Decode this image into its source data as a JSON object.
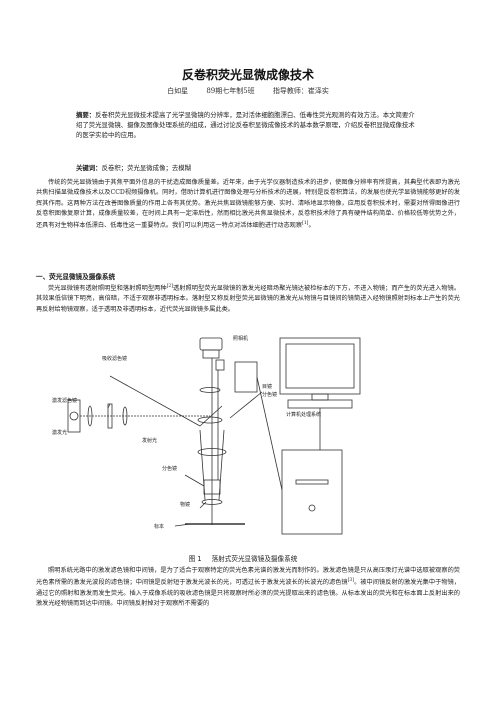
{
  "title": "反卷积荧光显微成像技术",
  "authors": {
    "name": "白如星",
    "class": "89期七年制5班",
    "advisor_label": "指导教师：",
    "advisor": "崔泽实"
  },
  "abstract": {
    "label": "摘要：",
    "text": "反卷积荧光显微技术提高了光学显微镜的分辨率，是对活体细胞胞漂白、低毒性荧光观测的有效方法。本文简要介绍了荧光显微镜、摄像及图像处理系统的组成，通过讨论反卷积显微成像技术的基本数学原理，介绍反卷积显微成像技术的医学实验中的应用。"
  },
  "keywords": {
    "label": "关键词：",
    "text": "反卷积；荧光显微成像；去模糊"
  },
  "intro": {
    "text": "传统的荧光显微镜由于其焦平面外信息的干扰造成图像质量差。近年来，由于光学仪器制造技术的进步，使图像分辨率有所提高，其典型代表即为激光共焦扫描显微成像技术以及CCD视频摄像机。同时，借助计算机进行图像处理与分析技术的进展，特别是反卷积算法，的发展也使光学显微镜能够更好的发挥其作用。这两种方法在改善图像质量的作用上各有其优势。激光共焦显微镜能够方便、实时、清晰地显示物像，应用反卷积技术时，需要对所得图像进行反卷积图像复原计算，成像质量较差，在时间上具有一定滞后性，然而相比激光共焦显微技术，反卷积技术除了具有硬件结构简单、价格较低等优势之外，还具有对生物样本低漂白、低毒性这一重要特点。我们可以利用这一特点对活体细胞进行动态观察",
    "ref": "[1]",
    "tail": "。"
  },
  "section1": {
    "heading": "一、荧光显微镜及摄像系统",
    "p1": "荧光显微镜有透射照明型和落射照明型两种",
    "p1_ref": "[2]",
    "p1_tail": "透射照明型荧光显微镜的激发光经暗场聚光镜达被检标本的下方，不进入物镜；而产生的荧光进入物镜。其效果低倍镜下明亮，高倍暗，不适于观察非透明标本。落射型又称反射型荧光显微镜的激发光从物镜与目镜间的镜筒进入经物镜照射到标本上产生的荧光再反射给物镜观察，适于透明及非透明标本，近代荧光显微镜多属此类。"
  },
  "figure": {
    "labels": {
      "excitation_filter": "吸收滤色镜",
      "eyepiece": "目镜",
      "dichroic": "分色镜",
      "emission": "发射光",
      "light_source_filter": "激发滤色镜",
      "excitation_light": "激发光",
      "camera": "照相机",
      "barrier_filter": "分色镜",
      "computer": "计算机处理系统",
      "sample": "标本",
      "objective": "物镜"
    },
    "caption_num": "图 1",
    "caption_text": "落射式荧光显微镜及摄像系统"
  },
  "section1_p2": {
    "text": "照明系统光路中的激发滤色镜和中间镜，是为了适合于观察特定的荧光色素光谱的激发光而制作的。激发滤色镜是只从高压汞灯光谱中选取被观察的荧光色素所需的激发光波段的滤色镜；中间镜是反射短于激发光波长的光，可透过长于激发光波长的长波光的滤色镜",
    "ref": "[3]",
    "tail": "。被中间镜反射的激发光集中于物镜，通过它的照射和激发而发生荧光。插入于成像系统的吸收滤色镜是只将观察时所必须的荧光提取出来的滤色镜。从标本发出的荧光和在标本面上反射出来的激发光经物镜而到达中间镜。中间镜反射掉对于观察所不需要的"
  }
}
